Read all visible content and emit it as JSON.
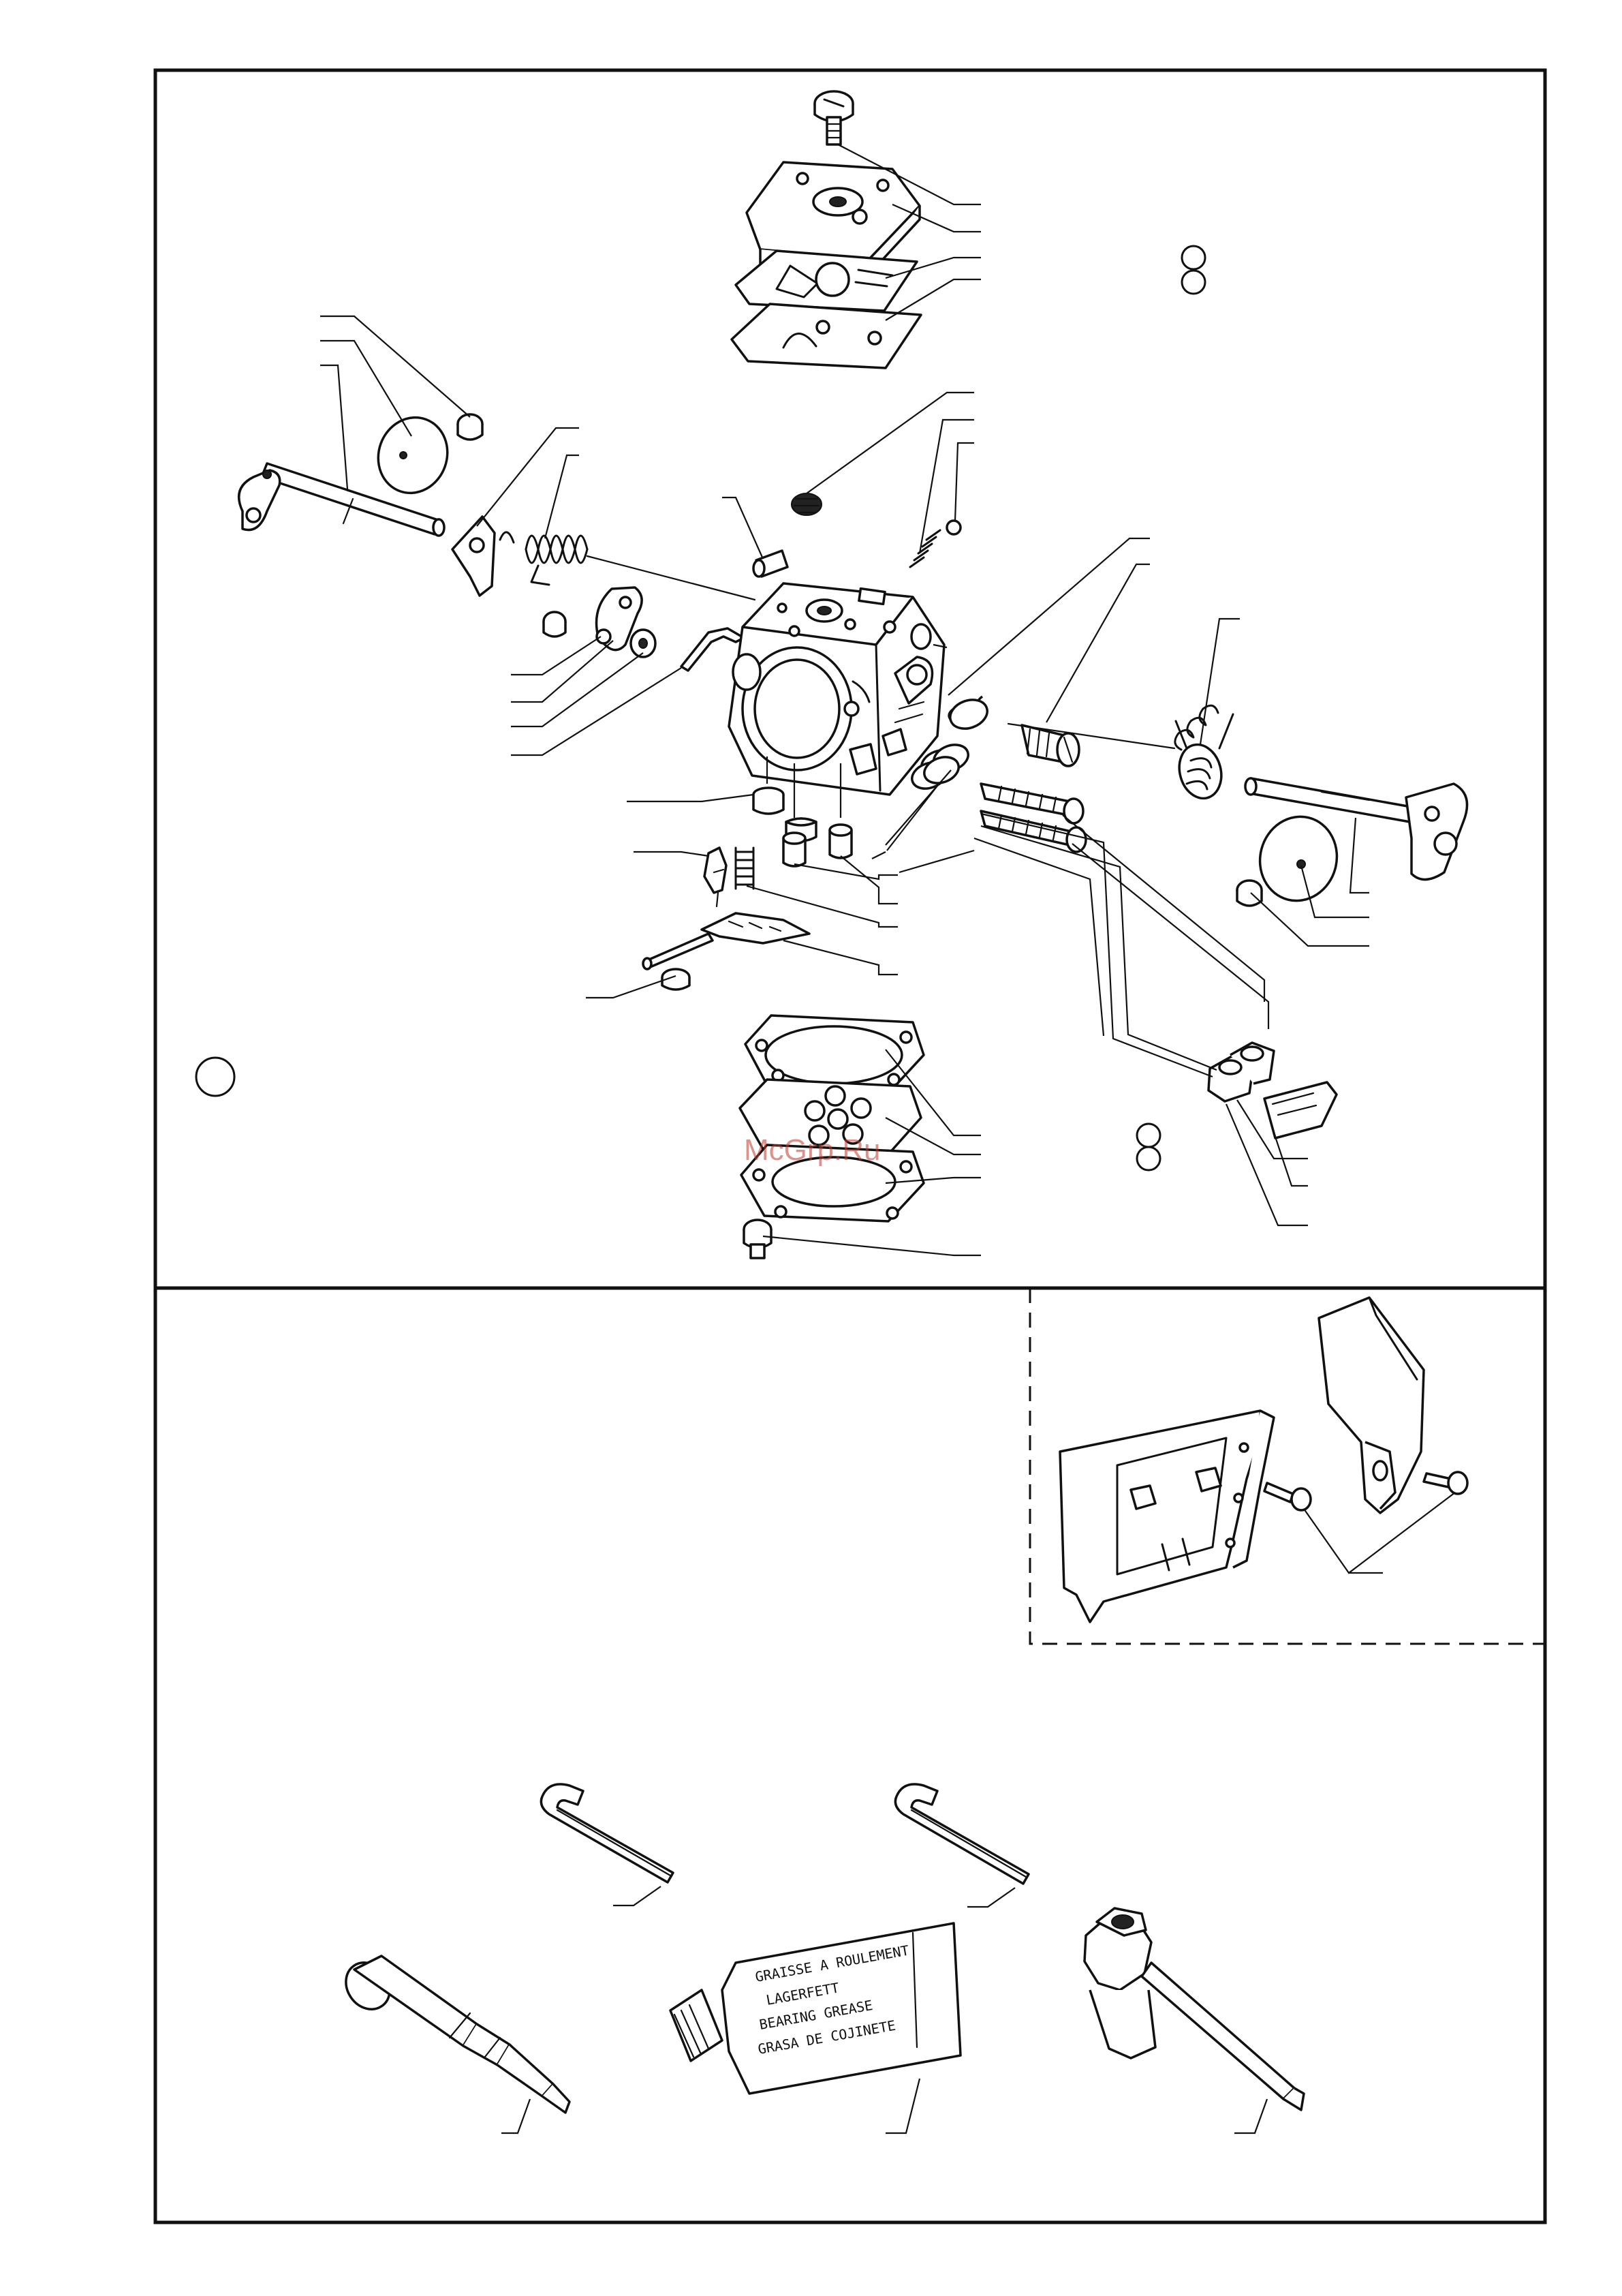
{
  "watermark": "McGrp.Ru",
  "grease_tube": {
    "line1": "GRAISSE A ROULEMENT",
    "line2": "LAGERFETT",
    "line3": "BEARING GREASE",
    "line4": "GRASA DE COJINETE"
  },
  "colors": {
    "ink": "#111111",
    "paper": "#ffffff",
    "watermark": "#c0392b"
  }
}
